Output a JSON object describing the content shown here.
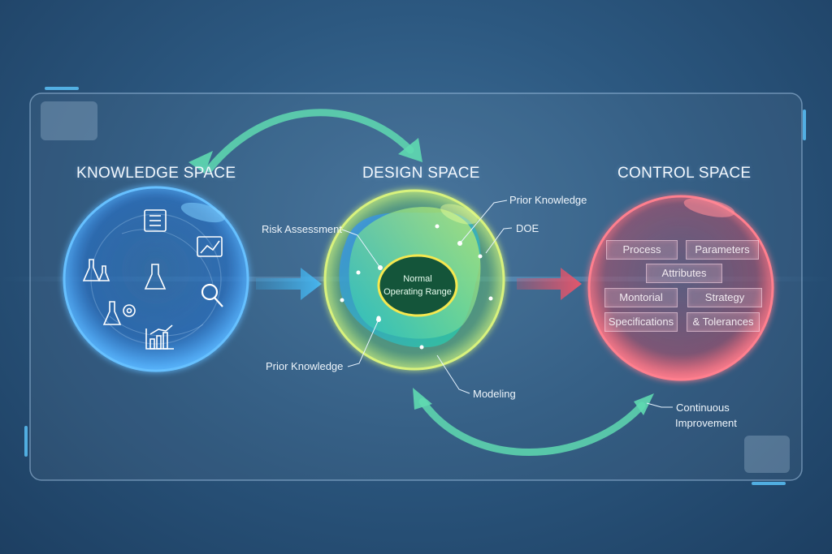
{
  "sections": {
    "knowledge": "KNOWLEDGE SPACE",
    "design": "DESIGN SPACE",
    "control": "CONTROL SPACE"
  },
  "design_callouts": {
    "prior_knowledge_top": "Prior Knowledge",
    "risk_assessment": "Risk Assessment",
    "doe": "DOE",
    "prior_knowledge_bottom": "Prior Knowledge",
    "modeling": "Modeling"
  },
  "normal_operating_range": {
    "line1": "Normal",
    "line2": "Operating Range"
  },
  "control_tags": [
    "Process",
    "Parameters",
    "Attributes",
    "Montorial",
    "Strategy",
    "Specifications",
    "& Tolerances"
  ],
  "continuous_improvement": {
    "line1": "Continuous",
    "line2": "Improvement"
  },
  "knowledge_icons": [
    "document-list-icon",
    "chart-analysis-icon",
    "flask-pair-icon",
    "beaker-icon",
    "magnifier-icon",
    "flask-gear-icon",
    "bar-chart-icon"
  ],
  "colors": {
    "knowledge": "#3fa3ff",
    "design": "#c8f27a",
    "control": "#ff6f7e",
    "cycle_arrow": "#5fd9b0",
    "nor_fill": "#14553a"
  }
}
